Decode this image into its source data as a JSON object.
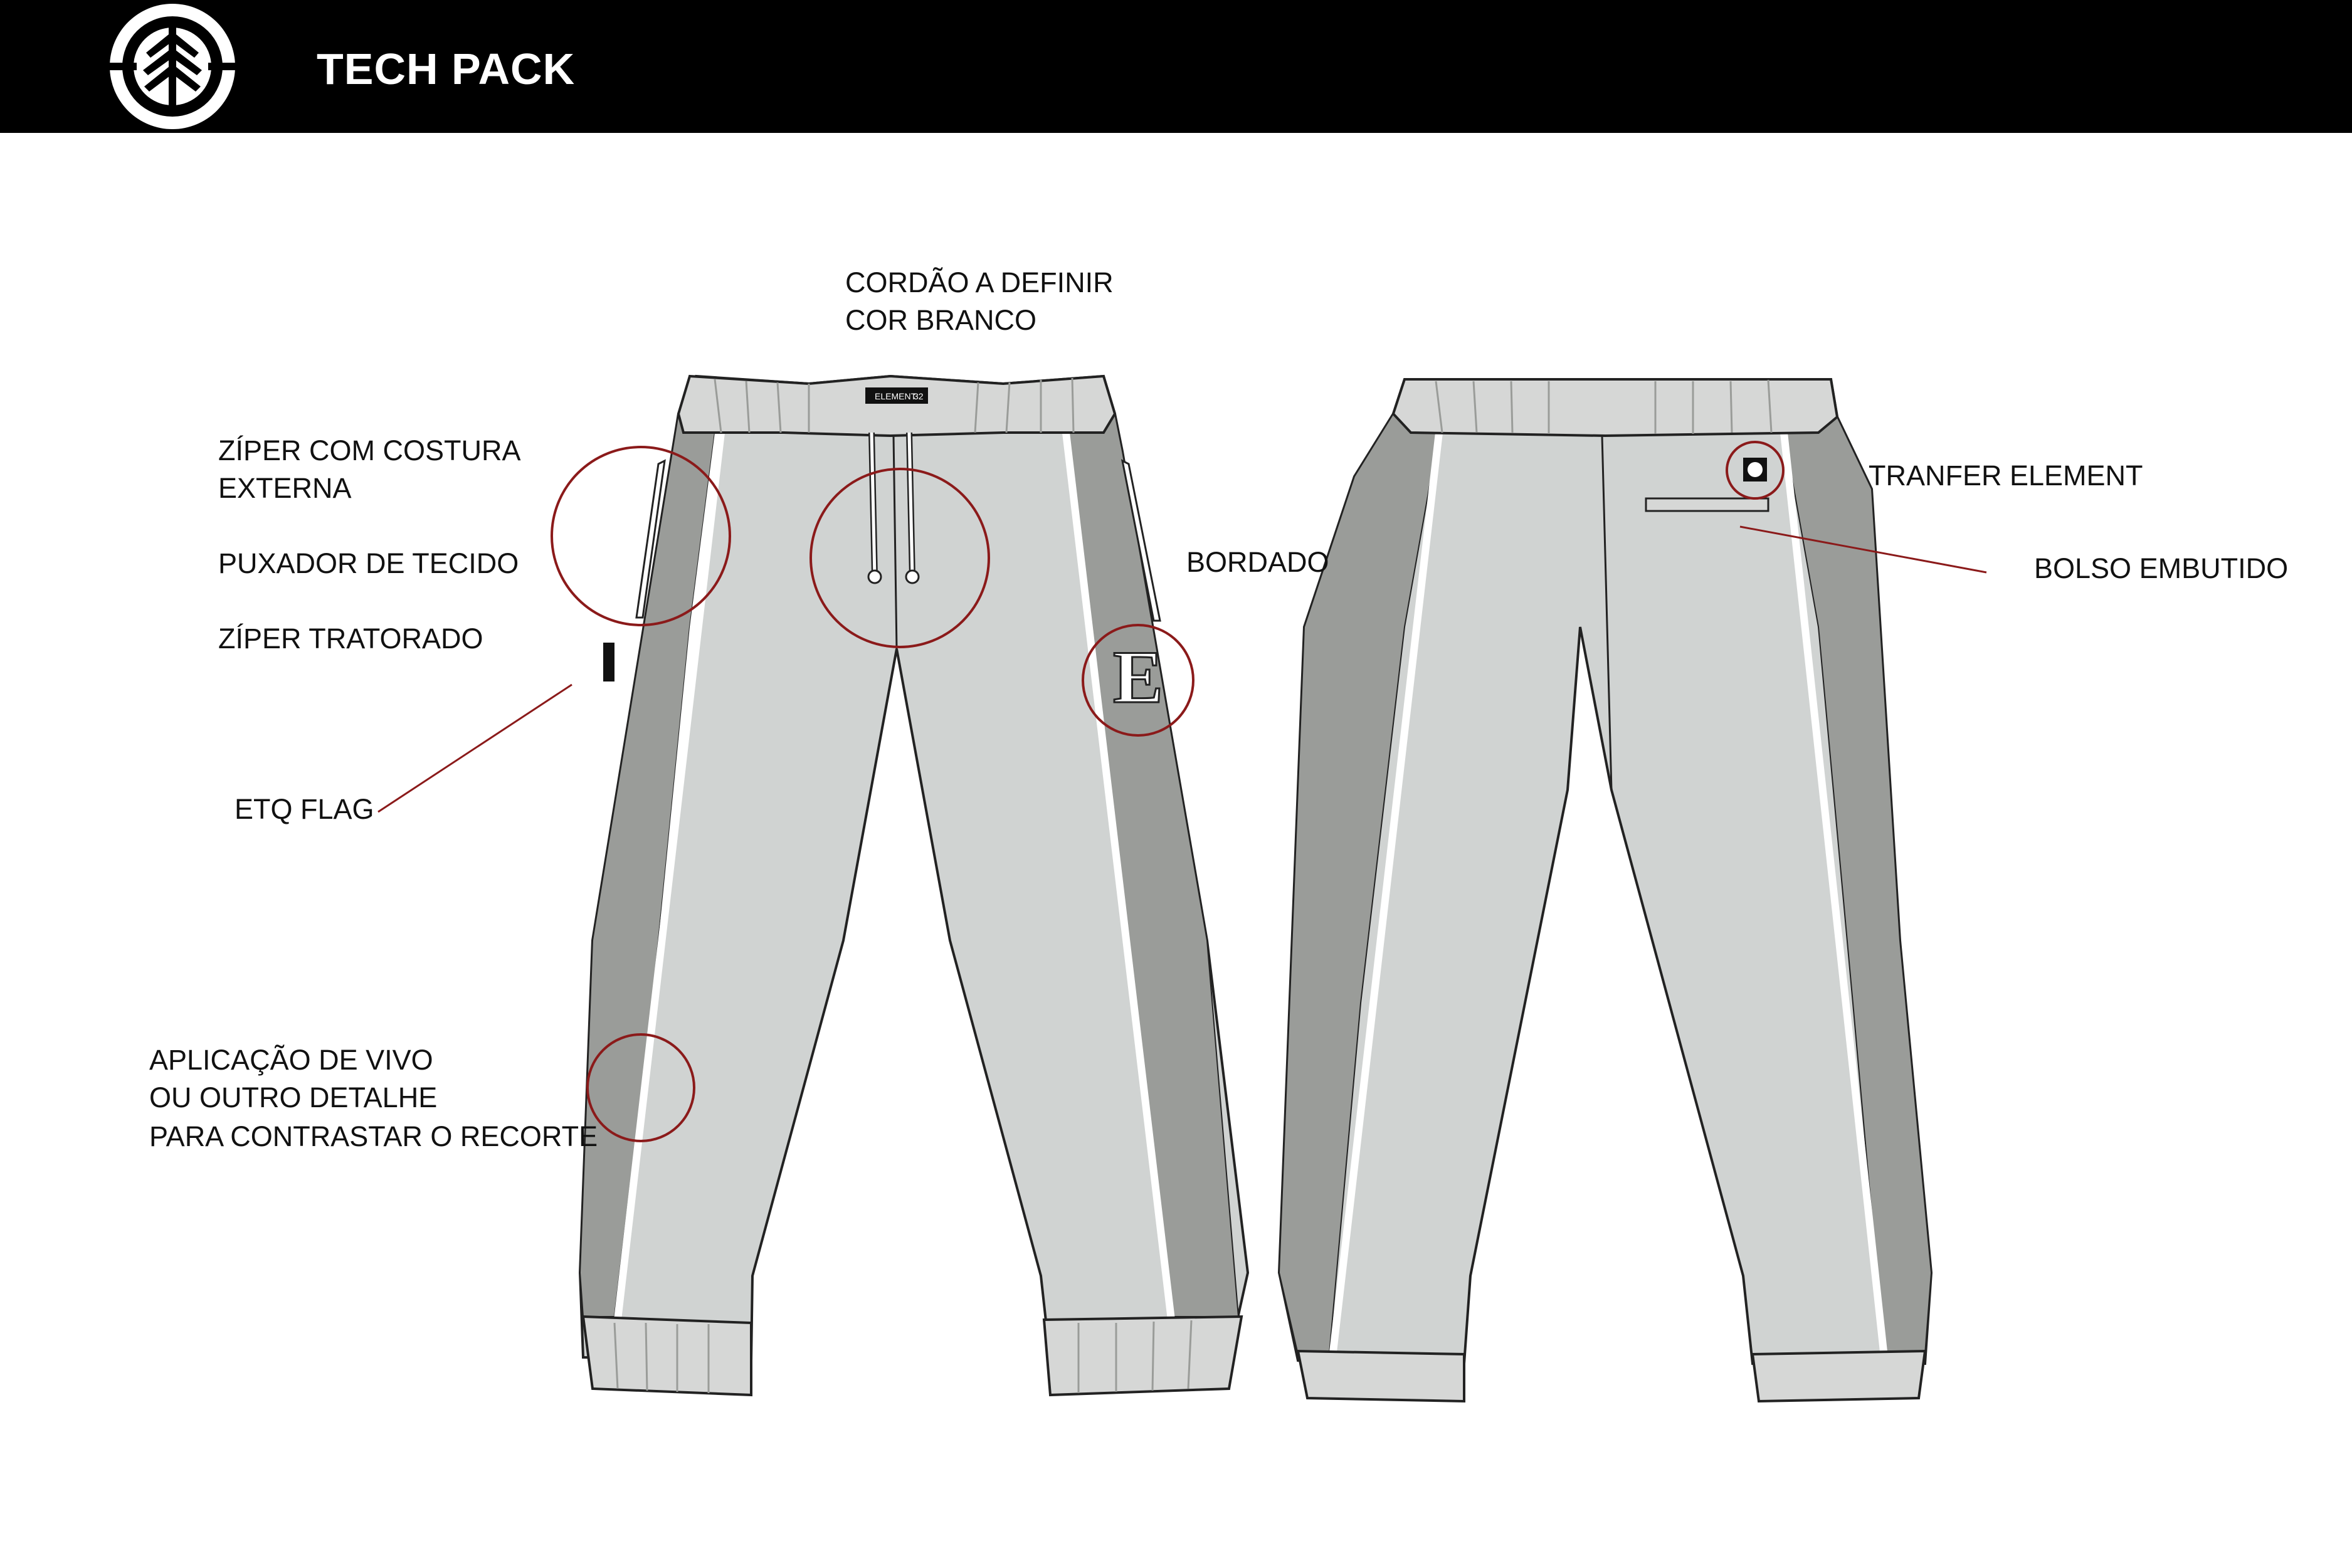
{
  "header": {
    "title": "TECH PACK",
    "logo_icon": "element-tree-logo-icon",
    "background": "#000000"
  },
  "colors": {
    "panel_dark": "#9a9c99",
    "panel_light": "#d0d3d2",
    "waistband": "#d6d7d6",
    "piping": "#ffffff",
    "callout": "#8b1a1a",
    "outline": "#222222"
  },
  "views": [
    "front-view",
    "back-view"
  ],
  "waist_label": {
    "brand": "ELEMENT",
    "size": "32"
  },
  "front_labels": {
    "cord_line1": "CORDÃO A DEFINIR",
    "cord_line2": "COR BRANCO",
    "zip_line1": "ZÍPER  COM COSTURA",
    "zip_line2": "EXTERNA",
    "puller": "PUXADOR DE TECIDO",
    "zip_type": "ZÍPER TRATORADO",
    "flag": "ETQ FLAG",
    "piping_line1": "APLICAÇÃO DE VIVO",
    "piping_line2": "OU OUTRO DETALHE",
    "piping_line3": "PARA CONTRASTAR O RECORTE",
    "embroidery": "BORDADO",
    "embroidery_glyph": "E"
  },
  "back_labels": {
    "transfer": "TRANFER ELEMENT",
    "pocket": "BOLSO EMBUTIDO"
  }
}
